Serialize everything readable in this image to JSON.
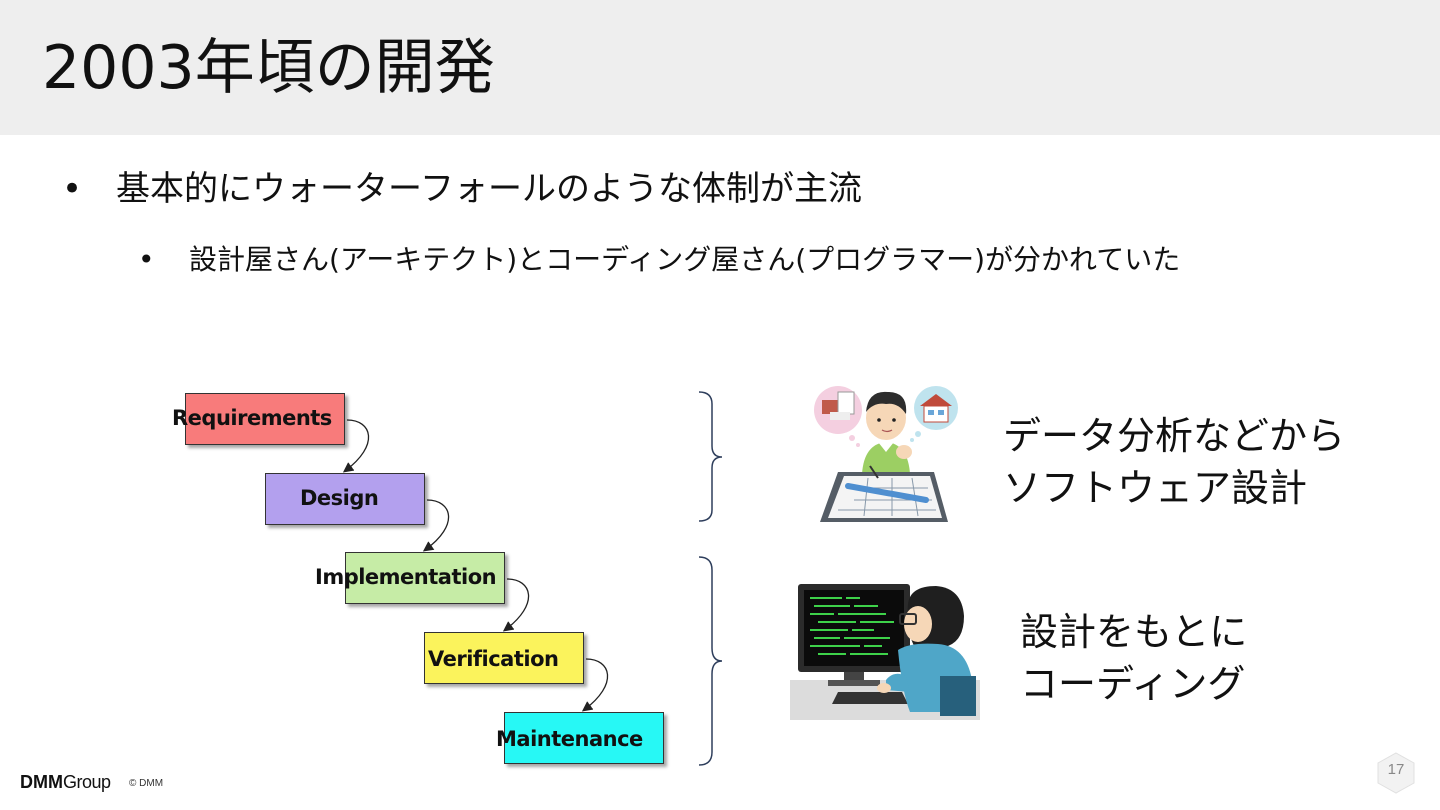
{
  "slide": {
    "title": "2003年頃の開発",
    "bullet_level1": "基本的にウォーターフォールのような体制が主流",
    "bullet_level2": "設計屋さん(アーキテクト)とコーディング屋さん(プログラマー)が分かれていた",
    "bullet_symbol": "•"
  },
  "waterfall": {
    "steps": [
      {
        "label": "Requirements",
        "color": "#f87b7b"
      },
      {
        "label": "Design",
        "color": "#b3a0ee"
      },
      {
        "label": "Implementation",
        "color": "#c6eca6"
      },
      {
        "label": "Verification",
        "color": "#fbf35c"
      },
      {
        "label": "Maintenance",
        "color": "#27f8f5"
      }
    ]
  },
  "roles": {
    "architect_line1": "データ分析などから",
    "architect_line2": "ソフトウェア設計",
    "programmer_line1": "設計をもとに",
    "programmer_line2": "コーディング"
  },
  "illustrations": {
    "architect": "architect-illustration",
    "programmer": "programmer-illustration"
  },
  "footer": {
    "logo_dmm": "DMM",
    "logo_group": "Group",
    "copyright": "© DMM",
    "page_number": "17"
  }
}
